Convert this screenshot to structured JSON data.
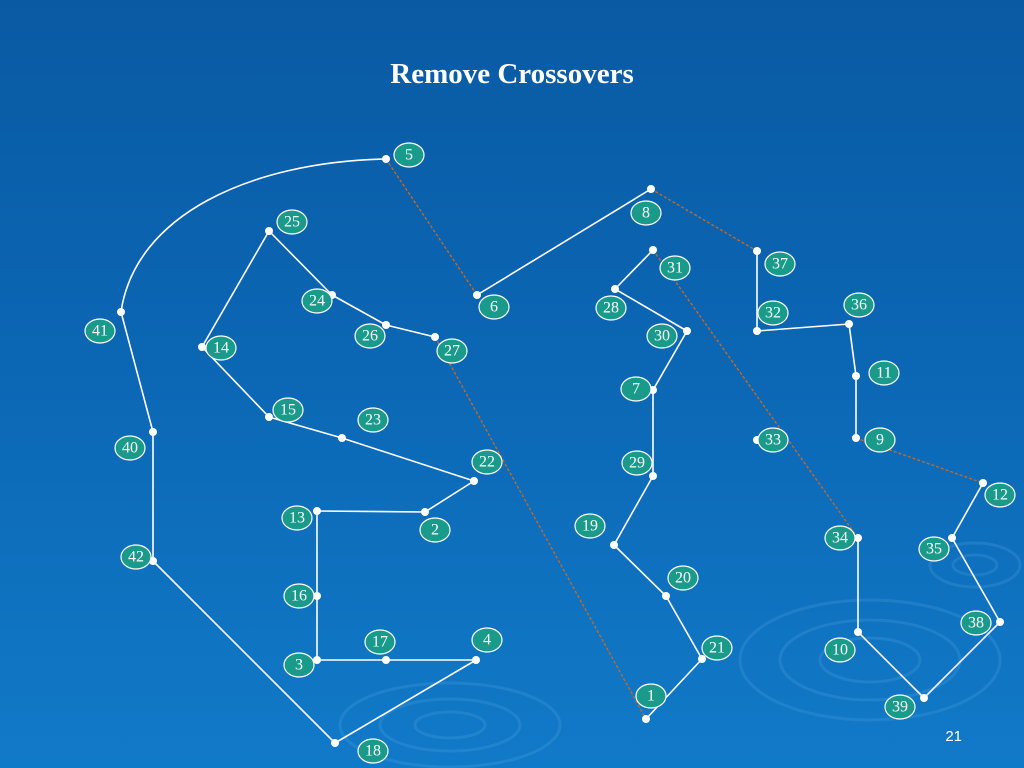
{
  "title": "Remove Crossovers",
  "page_number": "21",
  "colors": {
    "route": "#ffffff",
    "removed_edge": "#c0692a",
    "label_fill": "#1a9a8a",
    "label_border": "#ffffff"
  },
  "node_labels": [
    "1",
    "2",
    "3",
    "4",
    "5",
    "6",
    "7",
    "8",
    "9",
    "10",
    "11",
    "12",
    "13",
    "14",
    "15",
    "16",
    "17",
    "18",
    "19",
    "20",
    "21",
    "22",
    "23",
    "24",
    "25",
    "26",
    "27",
    "28",
    "29",
    "30",
    "31",
    "32",
    "33",
    "34",
    "35",
    "36",
    "37",
    "38",
    "39",
    "40",
    "41",
    "42"
  ],
  "tour_edges_solid": [
    [
      "5",
      "41"
    ],
    [
      "41",
      "40"
    ],
    [
      "40",
      "42"
    ],
    [
      "42",
      "18"
    ],
    [
      "18",
      "4"
    ],
    [
      "4",
      "17"
    ],
    [
      "17",
      "3"
    ],
    [
      "3",
      "16"
    ],
    [
      "16",
      "13"
    ],
    [
      "13",
      "2"
    ],
    [
      "2",
      "22"
    ],
    [
      "22",
      "23"
    ],
    [
      "23",
      "15"
    ],
    [
      "15",
      "14"
    ],
    [
      "14",
      "25"
    ],
    [
      "25",
      "24"
    ],
    [
      "24",
      "26"
    ],
    [
      "26",
      "27"
    ],
    [
      "6",
      "8"
    ],
    [
      "31",
      "28"
    ],
    [
      "28",
      "30"
    ],
    [
      "30",
      "7"
    ],
    [
      "7",
      "29"
    ],
    [
      "29",
      "19"
    ],
    [
      "19",
      "20"
    ],
    [
      "20",
      "21"
    ],
    [
      "21",
      "1"
    ],
    [
      "37",
      "32"
    ],
    [
      "32",
      "36"
    ],
    [
      "36",
      "11"
    ],
    [
      "11",
      "9"
    ],
    [
      "12",
      "35"
    ],
    [
      "35",
      "38"
    ],
    [
      "38",
      "39"
    ],
    [
      "39",
      "10"
    ],
    [
      "10",
      "34"
    ]
  ],
  "removed_edges_dashed": [
    [
      "5",
      "6"
    ],
    [
      "8",
      "37"
    ],
    [
      "27",
      "1"
    ],
    [
      "31",
      "34"
    ],
    [
      "9",
      "12"
    ]
  ]
}
